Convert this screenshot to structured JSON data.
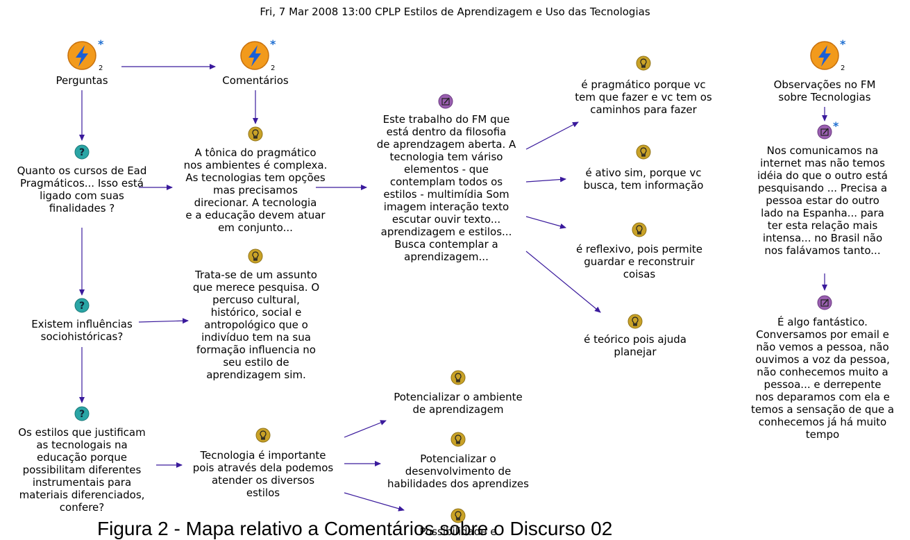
{
  "title": "Fri, 7 Mar 2008 13:00  CPLP Estilos de Aprendizagem e Uso das Tecnologias",
  "maps": {
    "count_label": "2",
    "star": "*",
    "perguntas": "Perguntas",
    "comentarios": "Comentários",
    "observacoes": "Observações no FM\nsobre Tecnologias"
  },
  "questions": {
    "q1": "Quanto os cursos de Ead\nPragmáticos... Isso está\nligado com suas\nfinalidades ?",
    "q2": "Existem influências\nsociohistóricas?",
    "q3": "Os estilos que justificam\nas tecnologais na\neducação porque\npossibilitam diferentes\ninstrumentais para\nmateriais diferenciados,\nconfere?"
  },
  "ideas": {
    "tonica": "A tônica do pragmático\nnos ambientes é complexa.\nAs tecnologias tem opções\nmas precisamos\ndirecionar. A tecnologia\ne a educação devem atuar\nem conjunto...",
    "trata": "Trata-se de um assunto\nque merece pesquisa. O\npercuso cultural,\nhistórico, social e\nantropológico que o\nindivíduo tem na sua\nformação influencia no\nseu estilo de\naprendizagem sim.",
    "tecnologia": "Tecnologia é importante\npois através dela podemos\natender os diversos\nestilos",
    "pragmatico": "é pragmático porque vc\ntem que fazer e vc tem os\ncaminhos para fazer",
    "ativo": "é ativo sim, porque vc\nbusca, tem informação",
    "reflexivo": "é reflexivo, pois permite\nguardar e reconstruir\ncoisas",
    "teorico": "é teórico pois ajuda\nplanejar",
    "potencializar1": "Potencializar o ambiente\nde aprendizagem",
    "potencializar2": "Potencializar o\ndesenvolvimento de\nhabilidades dos aprendizes",
    "possibilidade": "Possibilidade e"
  },
  "notes": {
    "trabalho": "Este trabalho do FM que\nestá dentro da filosofia\nde aprendzagem aberta. A\ntecnologia tem váriso\nelementos - que\ncontemplam todos os\nestilos - multimídia Som\nimagem interação texto\nescutar ouvir texto...\naprendizagem e estilos...\nBusca contemplar a\naprendizagem...",
    "comunicamos": "Nos comunicamos na\ninternet mas não temos\nidéia do que o outro está\npesquisando ... Precisa a\npessoa estar do outro\nlado na Espanha...  para\nter esta relação mais\nintensa... no Brasil não\nnos falávamos tanto...",
    "fantastico": "É algo fantástico.\nConversamos por email e\nnão vemos a pessoa, não\nouvimos a voz da pessoa,\nnão conhecemos muito a\npessoa... e derrepente\nnos deparamos com ela e\ntemos a sensação de que a\nconhecemos já há muito\ntempo"
  },
  "caption": "Figura 2 - Mapa relativo a Comentários sobre o Discurso 02",
  "colors": {
    "arrow": "#3a1a9c",
    "map_orange": "#f29a1c",
    "map_bolt": "#1a5fd6",
    "question_teal": "#2aa5a5",
    "idea_gold": "#c9a227",
    "note_purple": "#9a5fb0",
    "star_blue": "#1f6fd1"
  },
  "icons": {
    "map": "map-bolt-icon",
    "question": "question-icon",
    "idea": "lightbulb-icon",
    "note": "note-pencil-icon"
  }
}
